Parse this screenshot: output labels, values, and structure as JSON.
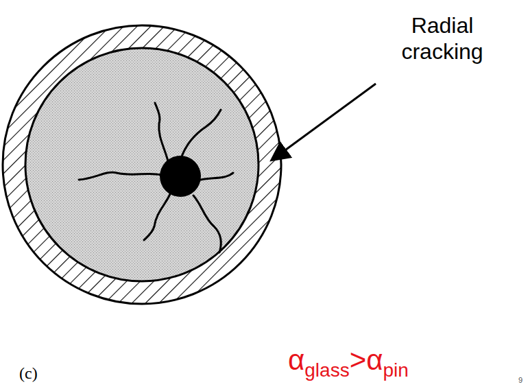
{
  "diagram": {
    "labels": [
      "Radial cracking",
      "(c)",
      "α",
      "glass",
      ">",
      "α",
      "pin",
      "9"
    ]
  }
}
